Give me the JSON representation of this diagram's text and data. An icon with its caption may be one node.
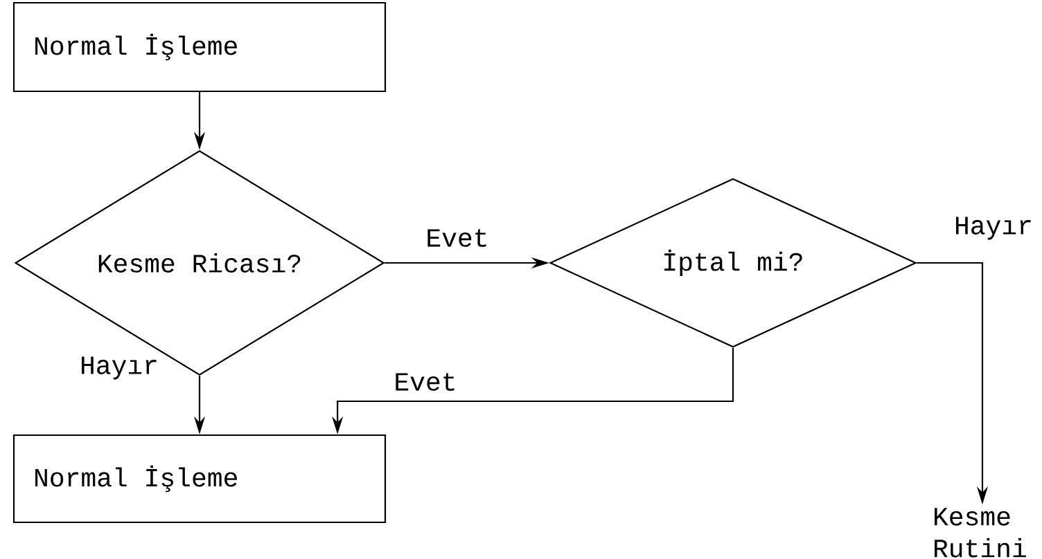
{
  "diagram": {
    "nodes": [
      {
        "text": [
          "Normal İşleme"
        ]
      },
      {
        "text": [
          "Kesme Ricası?"
        ]
      },
      {
        "text": [
          "İptal mi?"
        ]
      },
      {
        "text": [
          "Normal İşleme"
        ]
      },
      {
        "text": [
          "Kesme Rutini"
        ]
      }
    ],
    "edges": [
      {
        "from": 0,
        "to": 1,
        "arrow": "to"
      },
      {
        "from": 1,
        "to": 2,
        "arrow": "to",
        "label": "Evet"
      },
      {
        "from": 1,
        "to": 3,
        "arrow": "to",
        "label": "Hayır"
      },
      {
        "from": 2,
        "to": 3,
        "arrow": "to",
        "label": "Evet"
      },
      {
        "from": 2,
        "to": 4,
        "arrow": "to",
        "label": "Hayır"
      }
    ]
  }
}
